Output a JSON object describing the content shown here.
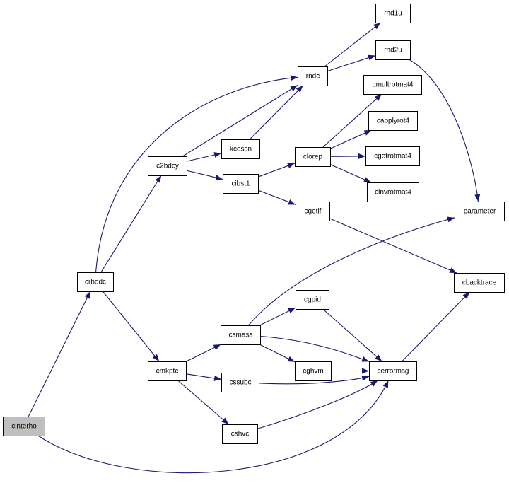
{
  "root": "cinterho",
  "nodes": {
    "cinterho": "cinterho",
    "crhodc": "crhodc",
    "c2bdcy": "c2bdcy",
    "cmkptc": "cmkptc",
    "kcossn": "kcossn",
    "cibst1": "cibst1",
    "rndc": "rndc",
    "rnd1u": "rnd1u",
    "rnd2u": "rnd2u",
    "clorep": "clorep",
    "cmultrotmat4": "cmultrotmat4",
    "capplyrot4": "capplyrot4",
    "cgetrotmat4": "cgetrotmat4",
    "cinvrotmat4": "cinvrotmat4",
    "cgetlf": "cgetlf",
    "parameter": "parameter",
    "cbacktrace": "cbacktrace",
    "csmass": "csmass",
    "cgpid": "cgpid",
    "cghvm": "cghvm",
    "cerrormsg": "cerrormsg",
    "cssubc": "cssubc",
    "cshvc": "cshvc"
  },
  "edges": [
    [
      "cinterho",
      "crhodc"
    ],
    [
      "cinterho",
      "cerrormsg"
    ],
    [
      "crhodc",
      "rndc"
    ],
    [
      "crhodc",
      "c2bdcy"
    ],
    [
      "crhodc",
      "cmkptc"
    ],
    [
      "c2bdcy",
      "rndc"
    ],
    [
      "c2bdcy",
      "kcossn"
    ],
    [
      "c2bdcy",
      "cibst1"
    ],
    [
      "kcossn",
      "rndc"
    ],
    [
      "rndc",
      "rnd1u"
    ],
    [
      "rndc",
      "rnd2u"
    ],
    [
      "rnd2u",
      "parameter"
    ],
    [
      "cibst1",
      "clorep"
    ],
    [
      "cibst1",
      "cgetlf"
    ],
    [
      "clorep",
      "cmultrotmat4"
    ],
    [
      "clorep",
      "capplyrot4"
    ],
    [
      "clorep",
      "cgetrotmat4"
    ],
    [
      "clorep",
      "cinvrotmat4"
    ],
    [
      "cgetlf",
      "cbacktrace"
    ],
    [
      "cmkptc",
      "csmass"
    ],
    [
      "cmkptc",
      "cssubc"
    ],
    [
      "cmkptc",
      "cshvc"
    ],
    [
      "csmass",
      "parameter"
    ],
    [
      "csmass",
      "cgpid"
    ],
    [
      "csmass",
      "cghvm"
    ],
    [
      "csmass",
      "cerrormsg"
    ],
    [
      "cgpid",
      "cerrormsg"
    ],
    [
      "cghvm",
      "cerrormsg"
    ],
    [
      "cssubc",
      "cerrormsg"
    ],
    [
      "cshvc",
      "cerrormsg"
    ],
    [
      "cerrormsg",
      "cbacktrace"
    ]
  ],
  "colors": {
    "edge": "#191970",
    "node_border": "#000000",
    "node_fill": "#ffffff",
    "root_fill": "#bfbfbf"
  }
}
